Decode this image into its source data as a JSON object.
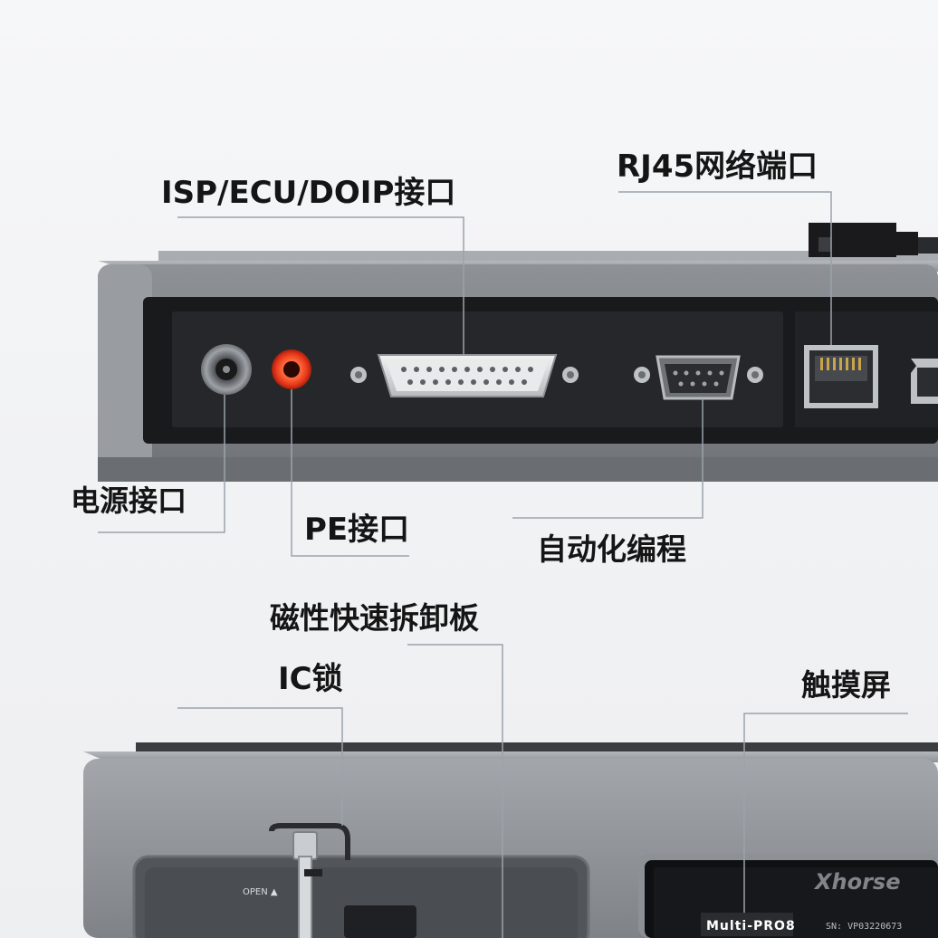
{
  "callouts": {
    "isp_ecu_doip_port": "ISP/ECU/DOIP接口",
    "rj45_network_port": "RJ45网络端口",
    "power_port": "电源接口",
    "pe_port": "PE接口",
    "auto_programming": "自动化编程",
    "magnetic_quick_release_board": "磁性快速拆卸板",
    "ic_lock": "IC锁",
    "touchscreen": "触摸屏"
  },
  "device": {
    "brand": "Xhorse",
    "model": "Multi-PRO8",
    "serial": "SN: VP03220673",
    "open_marker": "OPEN ▲"
  },
  "colors": {
    "housing": "#8a8e93",
    "panel": "#1e1f22",
    "pe_port_ring": "#e4361a",
    "leader_line": "#9aa3ab"
  }
}
